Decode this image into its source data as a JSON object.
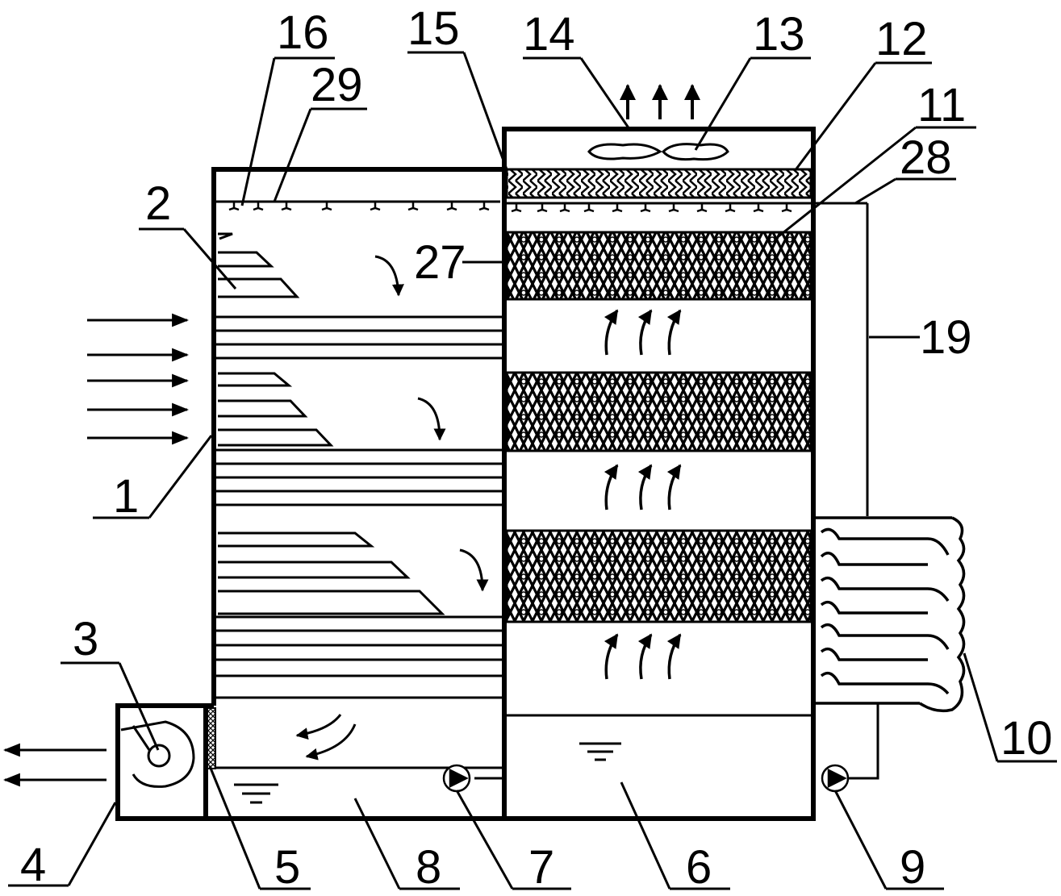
{
  "labels": {
    "l1": "1",
    "l2": "2",
    "l3": "3",
    "l4": "4",
    "l5": "5",
    "l6": "6",
    "l7": "7",
    "l8": "8",
    "l9": "9",
    "l10": "10",
    "l11": "11",
    "l12": "12",
    "l13": "13",
    "l14": "14",
    "l15": "15",
    "l16": "16",
    "l19": "19",
    "l27": "27",
    "l28": "28",
    "l29": "29"
  },
  "colors": {
    "line": "#000000",
    "background": "#ffffff"
  }
}
